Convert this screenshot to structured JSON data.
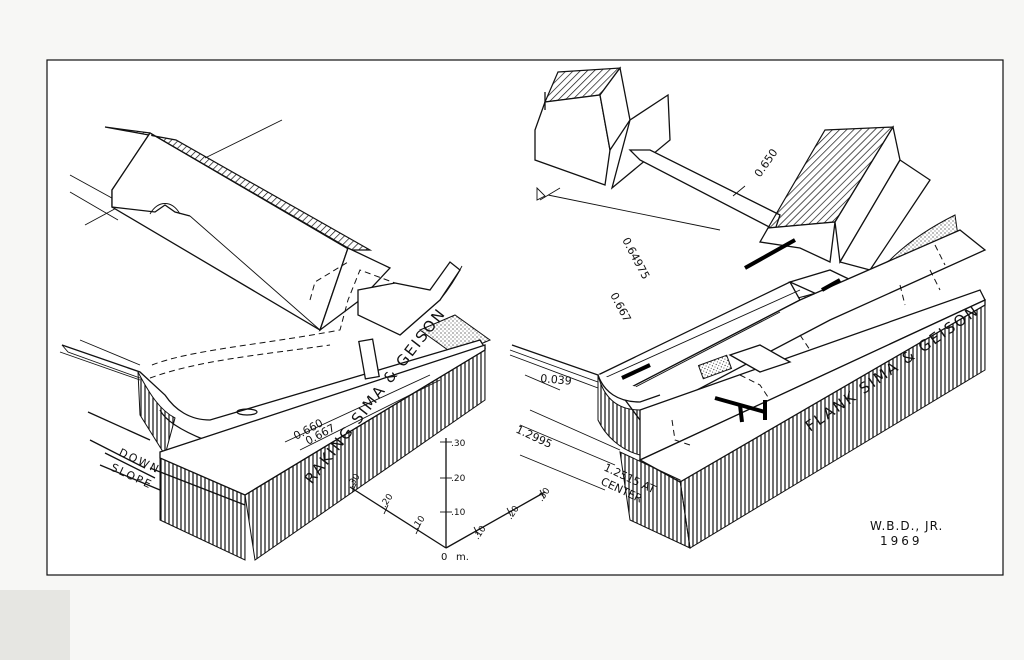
{
  "labels": {
    "left_title": "RAKING SIMA & GEISON",
    "right_title": "FLANK SIMA & GEISON",
    "down_slope_1": "DOWN",
    "down_slope_2": "SLOPE",
    "dim_0660": "0.660",
    "dim_0667_left": "0.667",
    "dim_0650": "0.650",
    "dim_064975": "0.64975",
    "dim_0667_right": "0.667",
    "dim_0039": "0.039",
    "dim_12995": "1.2995",
    "dim_12515_1": "1.2515 AT",
    "dim_12515_2": "CENTER",
    "signature_1": "W.B.D., JR.",
    "signature_2": "1969"
  },
  "scale": {
    "unit": "m.",
    "zero": "0",
    "vertical": [
      ".10",
      ".20",
      ".30"
    ],
    "left_axis": [
      ".10",
      ".20",
      ".30"
    ],
    "right_axis": [
      ".10",
      ".20",
      ".30"
    ]
  }
}
